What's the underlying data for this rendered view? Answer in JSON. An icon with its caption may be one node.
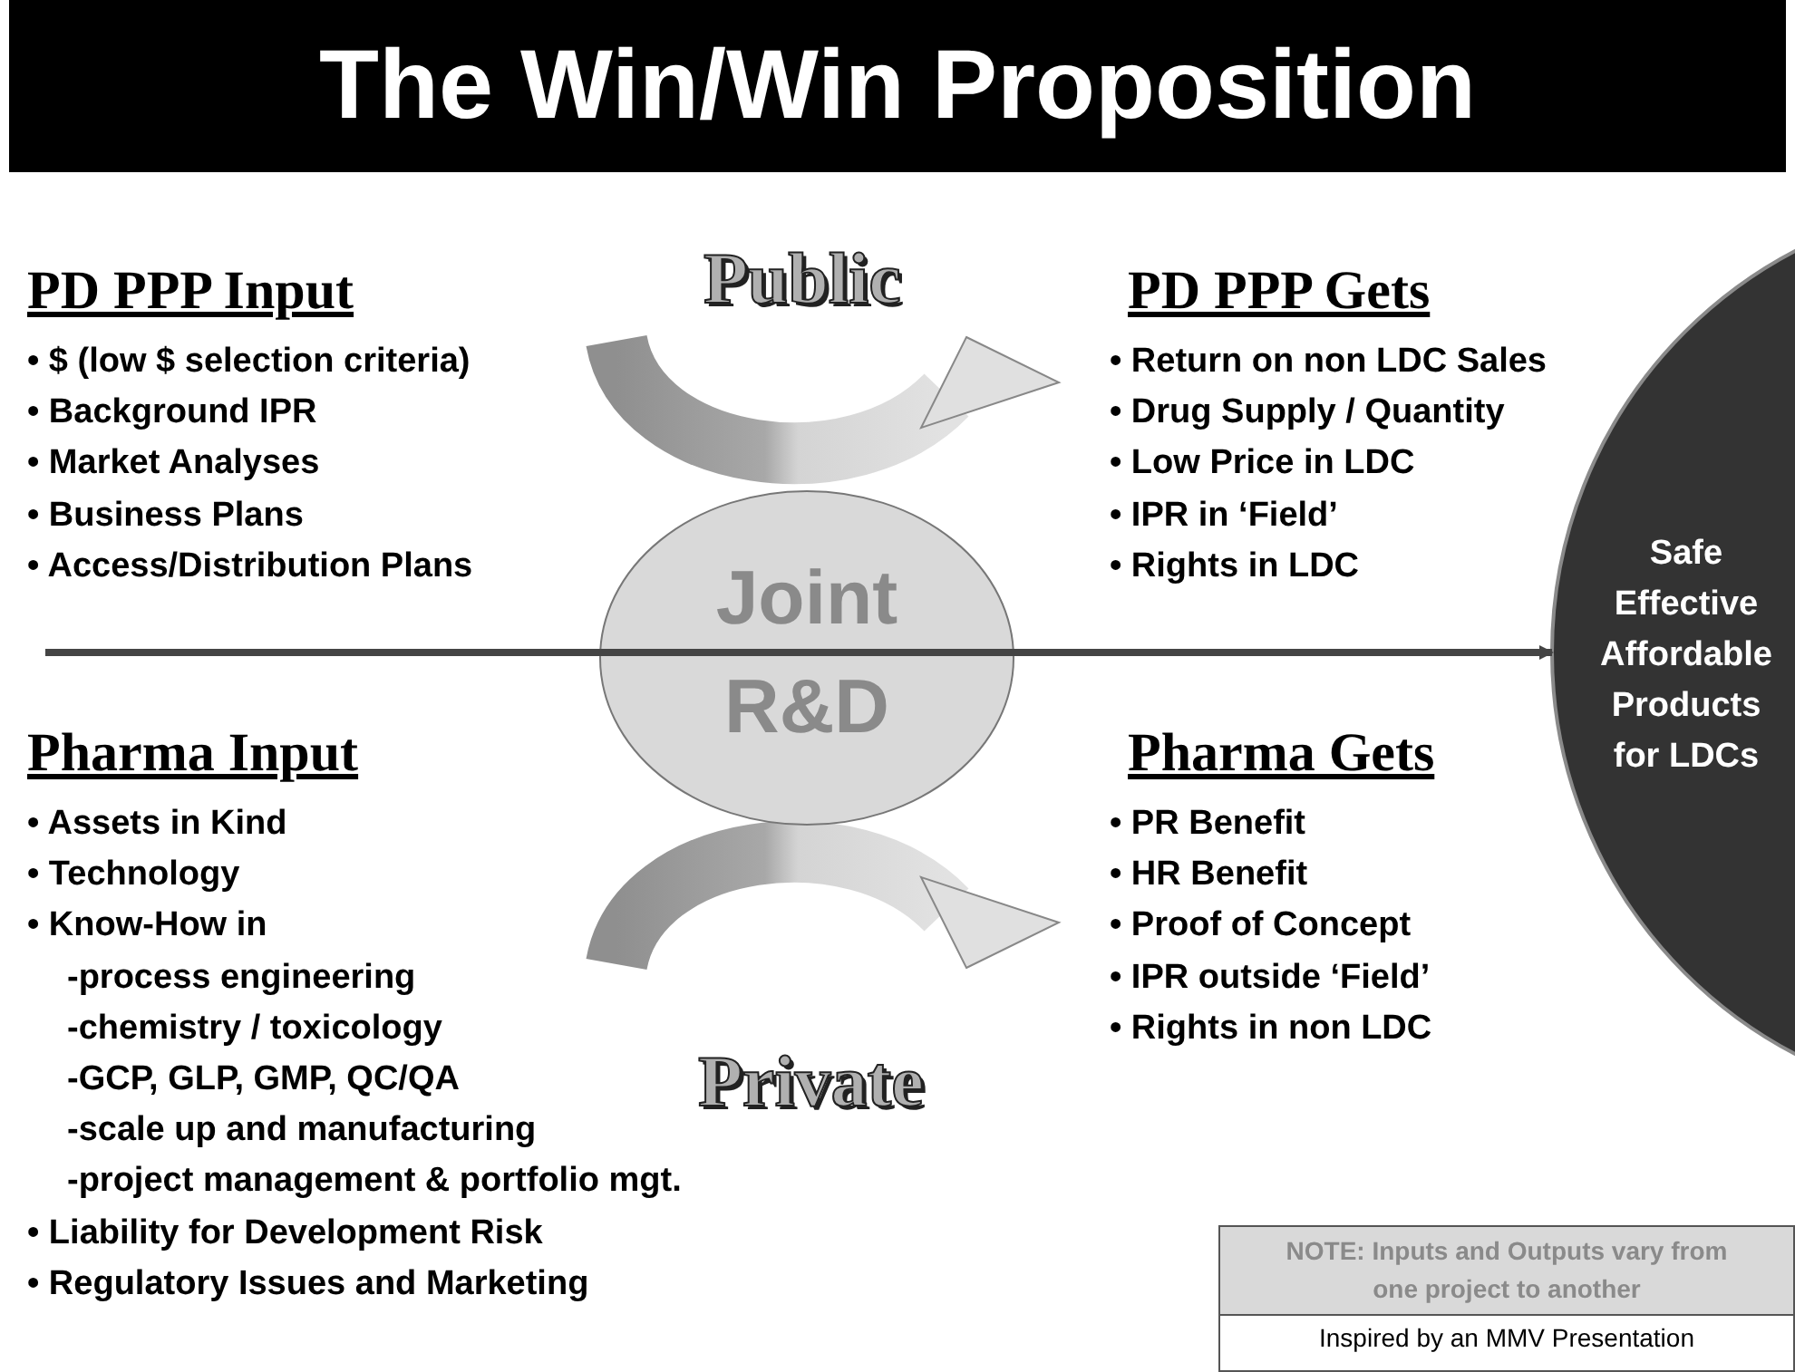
{
  "diagram": {
    "title": "The Win/Win Proposition",
    "nodes": [
      {
        "text": [
          "Joint R&D"
        ]
      },
      {
        "text": [
          "Safe Effective Affordable Products for LDCs"
        ]
      },
      {
        "text": [
          "NOTE: Inputs and Outputs vary from one project to another",
          "Inspired by an MMV Presentation"
        ]
      }
    ],
    "edges": [
      {
        "from": null,
        "to": 1,
        "arrow": "to"
      }
    ],
    "labels": [
      "PD PPP Input",
      "• $ (low $ selection criteria)",
      "• Background IPR",
      "• Market Analyses",
      "• Business Plans",
      "• Access/Distribution Plans",
      "Public",
      "PD PPP Gets",
      "• Return on non LDC Sales",
      "• Drug Supply / Quantity",
      "• Low Price in LDC",
      "• IPR in ‘Field’",
      "• Rights in LDC",
      "Pharma Input",
      "• Assets in Kind",
      "• Technology",
      "• Know-How in",
      "-process engineering",
      "-chemistry / toxicology",
      "-GCP, GLP, GMP, QC/QA",
      "-scale up and manufacturing",
      "-project management & portfolio mgt.",
      "• Liability for Development Risk",
      "• Regulatory Issues and Marketing",
      "Pharma Gets",
      "• PR Benefit",
      "• HR Benefit",
      "• Proof of Concept",
      "• IPR outside ‘Field’",
      "• Rights in non LDC",
      "Private"
    ]
  }
}
